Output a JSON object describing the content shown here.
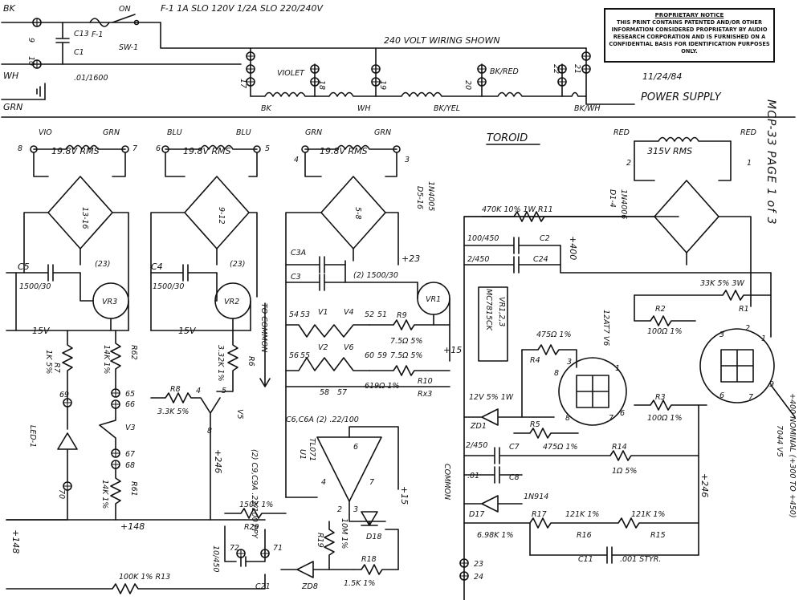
{
  "header": {
    "fuse_spec": "F-1 1A SLO 120V 1/2A SLO 220/240V",
    "wiring_note": "240 VOLT WIRING SHOWN",
    "date": "11/24/84",
    "title": "POWER SUPPLY",
    "page_id": "MCP-33 PAGE 1 of 3"
  },
  "notice": {
    "title": "PROPRIETARY NOTICE",
    "body": "THIS PRINT CONTAINS PATENTED AND/OR OTHER INFORMATION CONSIDERED PROPRIETARY BY AUDIO RESEARCH CORPORATION AND IS FURNISHED ON A CONFIDENTIAL BASIS FOR IDENTIFICATION PURPOSES ONLY."
  },
  "mains": {
    "bk": "BK",
    "wh": "WH",
    "grn": "GRN",
    "t9": "9",
    "t10": "10",
    "c13": "C13",
    "c1": "C1",
    "cap_val": ".01/1600",
    "f1": "F-1",
    "sw1": "SW-1",
    "on": "ON"
  },
  "primary": {
    "t17": "17",
    "t18": "18",
    "t19": "19",
    "t20": "20",
    "t22": "22",
    "t21": "21",
    "violet": "VIOLET",
    "bk": "BK",
    "wh": "WH",
    "bk_yel": "BK/YEL",
    "bk_red": "BK/RED",
    "bk_wh": "BK/WH"
  },
  "toroid": "TOROID",
  "secondaries": {
    "s1": {
      "left_wire": "VIO",
      "right_wire": "GRN",
      "rating": "19.8V RMS",
      "pin_l": "8",
      "pin_r": "7"
    },
    "s2": {
      "left_wire": "BLU",
      "right_wire": "BLU",
      "rating": "19.8V RMS",
      "pin_l": "6",
      "pin_r": "5"
    },
    "s3": {
      "left_wire": "GRN",
      "right_wire": "GRN",
      "rating": "19.8V RMS",
      "pin_l": "4",
      "pin_r": "3"
    },
    "s4": {
      "left_wire": "RED",
      "right_wire": "RED",
      "rating": "315V RMS",
      "pin_l": "2",
      "pin_r": "1"
    }
  },
  "bridges": {
    "b1": "13-16",
    "b2": "9-12",
    "b3": "5-8",
    "b4": "D1-4",
    "d5_16": "D5-16",
    "d5_16_type": "1N4005",
    "d1_4_type": "1N4006"
  },
  "left_supply": {
    "c5": "C5",
    "c5_val": "1500/30",
    "vr3": "VR3",
    "vr3_pin": "(23)",
    "v15": "15V",
    "r7": "R7",
    "r7_val": "1K 5%",
    "t69": "69",
    "led": "LED-1",
    "t70": "70",
    "r62": "R62",
    "r62_val": "14K 1%",
    "t65": "65",
    "t66": "66",
    "v3": "V3",
    "t67": "67",
    "t68": "68",
    "r61": "R61",
    "r61_val": "14K 1%"
  },
  "mid_supply": {
    "c4": "C4",
    "c4_val": "1500/30",
    "vr2": "VR2",
    "vr2_pin": "(23)",
    "v15": "15V",
    "r6": "R6",
    "r6_val": "3.32K 1%",
    "r8": "R8",
    "r8_val": "3.3K 5%",
    "v5": "V5",
    "t4": "4",
    "t5": "5",
    "t8": "8"
  },
  "heater_supply": {
    "c3a": "C3A",
    "c3": "C3",
    "c3_val": "(2) 1500/30",
    "plus23": "+23",
    "vr1": "VR1",
    "to_common": "TO COMMON",
    "v1": "V1",
    "v4": "V4",
    "v2": "V2",
    "v6": "V6",
    "p54": "54",
    "p53": "53",
    "p52": "52",
    "p51": "51",
    "p56": "56",
    "p55": "55",
    "p60": "60",
    "p59": "59",
    "p58": "58",
    "p57": "57",
    "r9": "R9",
    "r9_val": "7.5Ω 5%",
    "r_mid_val": "7.5Ω 5%",
    "r10": "R10",
    "r10_val": "619Ω 1%",
    "r3_note": "Rx3",
    "plus15": "+15",
    "vr_ref": "VR1,2,3",
    "vr_part": "MC7815CK"
  },
  "opamp": {
    "u1": "U1",
    "u1_part": "TL071",
    "cap": "C6,C6A (2) .22/100",
    "cap2": "(2) C9,C9A .22/100 PPY",
    "pin6": "6",
    "pin7": "7",
    "pin4": "4",
    "pin2": "2",
    "pin3": "3",
    "plus15": "+15",
    "d18": "D18"
  },
  "hv_supply": {
    "r11": "470K 10% 1W R11",
    "c2": "C2",
    "c2_val": "100/450",
    "c24": "C24",
    "c24_val": "2/450",
    "plus400": "+400",
    "r1": "R1",
    "r1_val": "33K 5% 3W",
    "r2": "R2",
    "r2_val": "100Ω 1%",
    "r4": "R4",
    "r4_val": "475Ω 1%",
    "v6": "12AT7 V6",
    "zd1": "ZD1",
    "zd1_val": "12V 5% 1W",
    "r5": "R5",
    "r5_val": "475Ω 1%",
    "r3": "R3",
    "r3_val": "100Ω 1%",
    "c7": "C7",
    "c7_val": "2/450",
    "c8": "C8",
    "c8_val": ".01",
    "r14": "R14",
    "r14_val": "1Ω 5%",
    "d17": "D17",
    "d17_type": "1N914",
    "r17": "R17",
    "r17_val": "6.98K 1%",
    "r16": "R16",
    "r16_val": "121K 1%",
    "r15": "R15",
    "r15_val": "121K 1%",
    "c11": "C11",
    "c11_val": ".001 STYR.",
    "common": "COMMON",
    "t23": "23",
    "t24": "24",
    "plus246": "+246",
    "v5": "7044 V5",
    "out_note": "+400 NOMINAL (+300 TO +450)",
    "pin1": "1",
    "pin2": "2",
    "pin3": "3",
    "pin6": "6",
    "pin7": "7",
    "pin8": "8",
    "pin9": "9"
  },
  "bottom": {
    "plus148": "+148",
    "plus148_left": "+148",
    "plus246": "+246",
    "r29": "R29",
    "r29_val": "150K 1%",
    "r13": "R13",
    "r13_val": "100K 1% R13",
    "c21": "C21",
    "c21_val": "10/450",
    "t72": "72",
    "t71": "71",
    "zd8": "ZD8",
    "r19": "R19",
    "r19_val": "10M 1%",
    "r18": "R18",
    "r18_val": "1.5K 1%"
  }
}
